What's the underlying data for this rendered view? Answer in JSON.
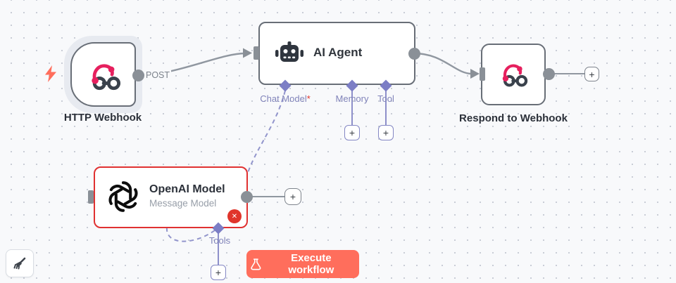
{
  "workflow": {
    "webhook_node": {
      "label": "HTTP Webhook",
      "output_label": "POST"
    },
    "agent_node": {
      "title": "AI Agent",
      "ports": {
        "chat_model": "Chat Model",
        "chat_model_required": "*",
        "memory": "Memory",
        "tool": "Tool"
      }
    },
    "respond_node": {
      "label": "Respond to Webhook"
    },
    "openai_node": {
      "title": "OpenAI Model",
      "subtitle": "Message Model",
      "port_label": "Tools",
      "error_glyph": "✕"
    }
  },
  "controls": {
    "execute_button": "Execute workflow",
    "plus_glyph": "+"
  },
  "colors": {
    "accent": "#ff6e5c",
    "error": "#e0352b",
    "port_indigo": "#7c7ec5",
    "connector_gray": "#9097a0",
    "node_border": "#686e77",
    "error_border": "#e03131"
  }
}
